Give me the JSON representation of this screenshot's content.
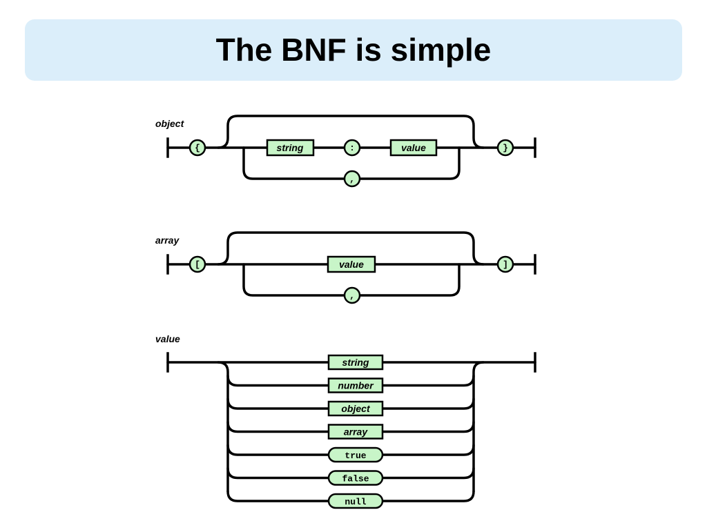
{
  "slide": {
    "title": "The BNF is simple"
  },
  "colors": {
    "banner": "#dbeefa",
    "box_fill": "#c8f5c8",
    "line": "#000000"
  },
  "rules": {
    "object": {
      "name": "object",
      "open": "{",
      "close": "}",
      "key": "string",
      "colon": ":",
      "value": "value",
      "separator": ","
    },
    "array": {
      "name": "array",
      "open": "[",
      "close": "]",
      "value": "value",
      "separator": ","
    },
    "value": {
      "name": "value",
      "alternatives": [
        {
          "label": "string",
          "kind": "nonterminal"
        },
        {
          "label": "number",
          "kind": "nonterminal"
        },
        {
          "label": "object",
          "kind": "nonterminal"
        },
        {
          "label": "array",
          "kind": "nonterminal"
        },
        {
          "label": "true",
          "kind": "terminal"
        },
        {
          "label": "false",
          "kind": "terminal"
        },
        {
          "label": "null",
          "kind": "terminal"
        }
      ]
    }
  }
}
